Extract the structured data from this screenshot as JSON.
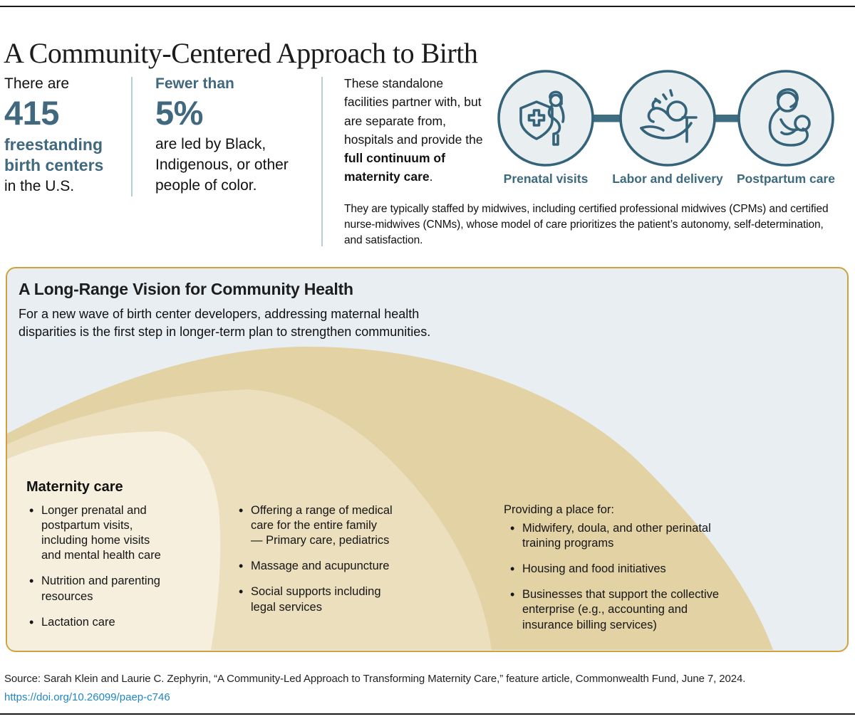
{
  "page": {
    "title": "A Community-Centered Approach to Birth"
  },
  "stats": {
    "stat1": {
      "intro": "There are",
      "value": "415",
      "highlight": "freestanding birth centers",
      "suffix": "in the U.S."
    },
    "stat2": {
      "intro": "Fewer than",
      "value": "5%",
      "text": "are led by Black,\nIndigenous, or other\npeople of color."
    },
    "description": {
      "normal": "These standalone facilities partner with, but are separate from, hospitals and provide the ",
      "bold": "full continuum of maternity care",
      "end": "."
    },
    "staffing_note": "They are typically staffed by midwives, including certified professional midwives (CPMs) and certified\nnurse-midwives (CNMs), whose model of care prioritizes the patient’s autonomy, self-determination,\nand satisfaction."
  },
  "care_continuum": {
    "steps": [
      {
        "label": "Prenatal visits",
        "icon": "shield-pregnancy-icon"
      },
      {
        "label": "Labor and delivery",
        "icon": "hand-holding-newborn-icon"
      },
      {
        "label": "Postpartum care",
        "icon": "breastfeeding-icon"
      }
    ]
  },
  "vision": {
    "title": "A Long-Range Vision for Community Health",
    "subtitle": "For a new wave of birth center developers, addressing maternal health\ndisparities is the first step in longer-term plan to strengthen communities.",
    "maternity": {
      "heading": "Maternity care",
      "items": [
        "Longer prenatal and\npostpartum visits,\nincluding home visits\nand mental health care",
        "Nutrition and parenting\nresources",
        "Lactation care"
      ]
    },
    "family_services": {
      "items": [
        "Offering a range of medical\ncare for the entire family\n— Primary care, pediatrics",
        "Massage and acupuncture",
        "Social supports including\nlegal services"
      ]
    },
    "community": {
      "heading": "Providing a place for:",
      "items": [
        "Midwifery, doula, and other perinatal\ntraining programs",
        "Housing and food initiatives",
        "Businesses that support the collective\nenterprise (e.g., accounting and\ninsurance billing services)"
      ]
    }
  },
  "footer": {
    "source": "Source: Sarah Klein and Laurie C. Zephyrin, “A Community-Led Approach to Transforming Maternity Care,” feature article, Commonwealth Fund, June 7, 2024.",
    "link": "https://doi.org/10.26099/paep-c746"
  },
  "colors": {
    "teal_accent": "#40697f",
    "icon_stroke": "#35637a",
    "icon_circle_fill": "#e9eef0",
    "divider_blue": "#b7cdd9",
    "gold_border": "#d0a23e",
    "box_background": "#e9eef2",
    "ellipse_outer_tan": "#e3d2a3",
    "ellipse_mid_tan": "#ecdfbd",
    "ellipse_inner_cream": "#f6efde",
    "link_blue": "#2186c5"
  }
}
